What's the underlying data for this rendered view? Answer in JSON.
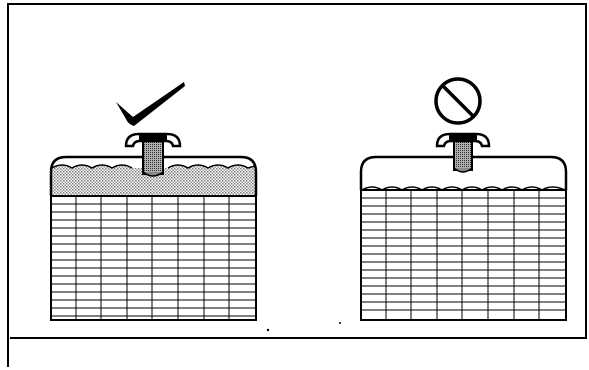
{
  "figure": {
    "panels": [
      {
        "id": "correct",
        "indicator_icon": "check-mark-icon",
        "fill_level": "full",
        "shows_shaded_fill_layer": true
      },
      {
        "id": "incorrect",
        "indicator_icon": "prohibited-icon",
        "fill_level": "low",
        "shows_shaded_fill_layer": false
      }
    ],
    "colors": {
      "line": "#000000",
      "background": "#ffffff",
      "fill_shading": "#9a9a9a"
    }
  }
}
